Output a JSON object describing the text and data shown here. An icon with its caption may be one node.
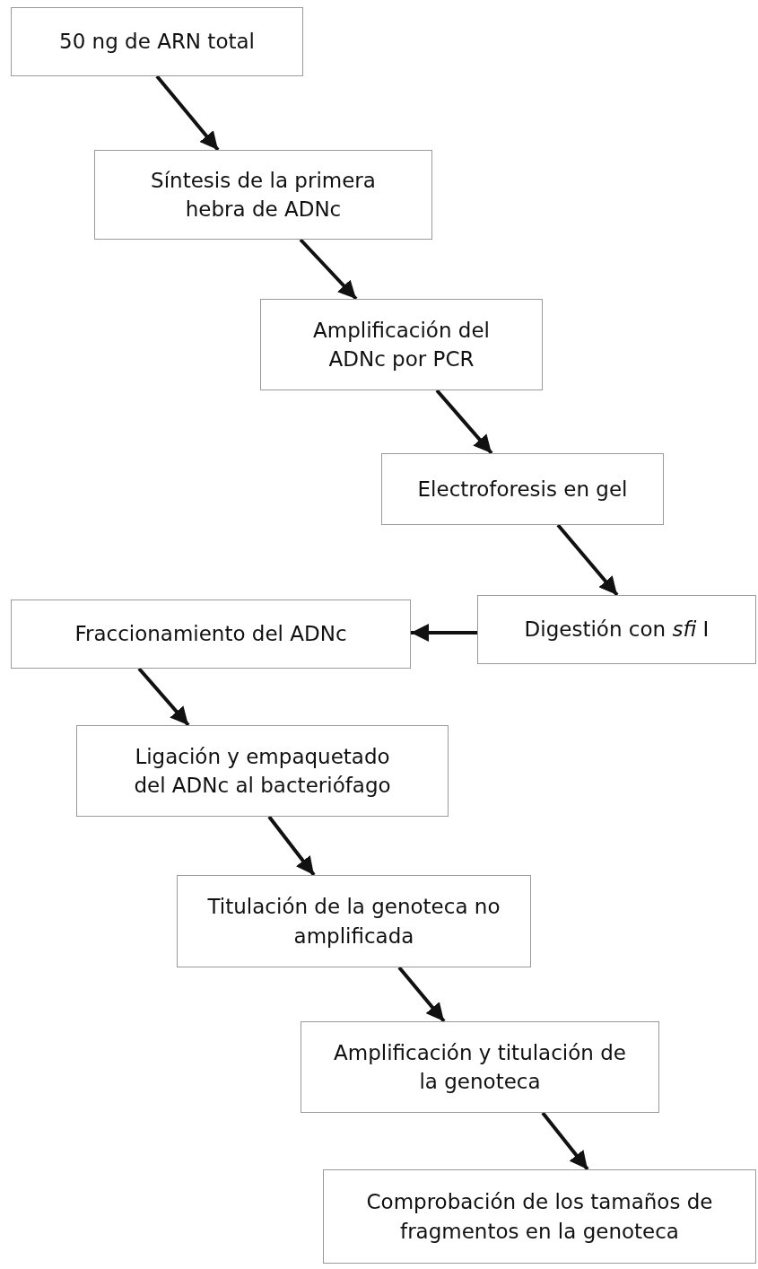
{
  "diagram": {
    "nodes": [
      {
        "text": [
          "50 ng de ARN total"
        ]
      },
      {
        "text": [
          "Síntesis de la primera hebra de ADNc"
        ]
      },
      {
        "text": [
          "Amplificación del ADNc por PCR"
        ]
      },
      {
        "text": [
          "Electroforesis en gel"
        ]
      },
      {
        "text": [
          "Digestión con *sfi* I"
        ]
      },
      {
        "text": [
          "Fraccionamiento del ADNc"
        ]
      },
      {
        "text": [
          "Ligación y empaquetado del ADNc al bacteriófago"
        ]
      },
      {
        "text": [
          "Titulación de la genoteca no amplificada"
        ]
      },
      {
        "text": [
          "Amplificación y titulación de la genoteca"
        ]
      },
      {
        "text": [
          "Comprobación de los tamaños de fragmentos en la genoteca"
        ]
      }
    ],
    "edges": [
      {
        "from": 0,
        "to": 1,
        "arrow": "to"
      },
      {
        "from": 1,
        "to": 2,
        "arrow": "to"
      },
      {
        "from": 2,
        "to": 3,
        "arrow": "to"
      },
      {
        "from": 3,
        "to": 4,
        "arrow": "to"
      },
      {
        "from": 4,
        "to": 5,
        "arrow": "to"
      },
      {
        "from": 5,
        "to": 6,
        "arrow": "to"
      },
      {
        "from": 6,
        "to": 7,
        "arrow": "to"
      },
      {
        "from": 7,
        "to": 8,
        "arrow": "to"
      },
      {
        "from": 8,
        "to": 9,
        "arrow": "to"
      }
    ]
  }
}
